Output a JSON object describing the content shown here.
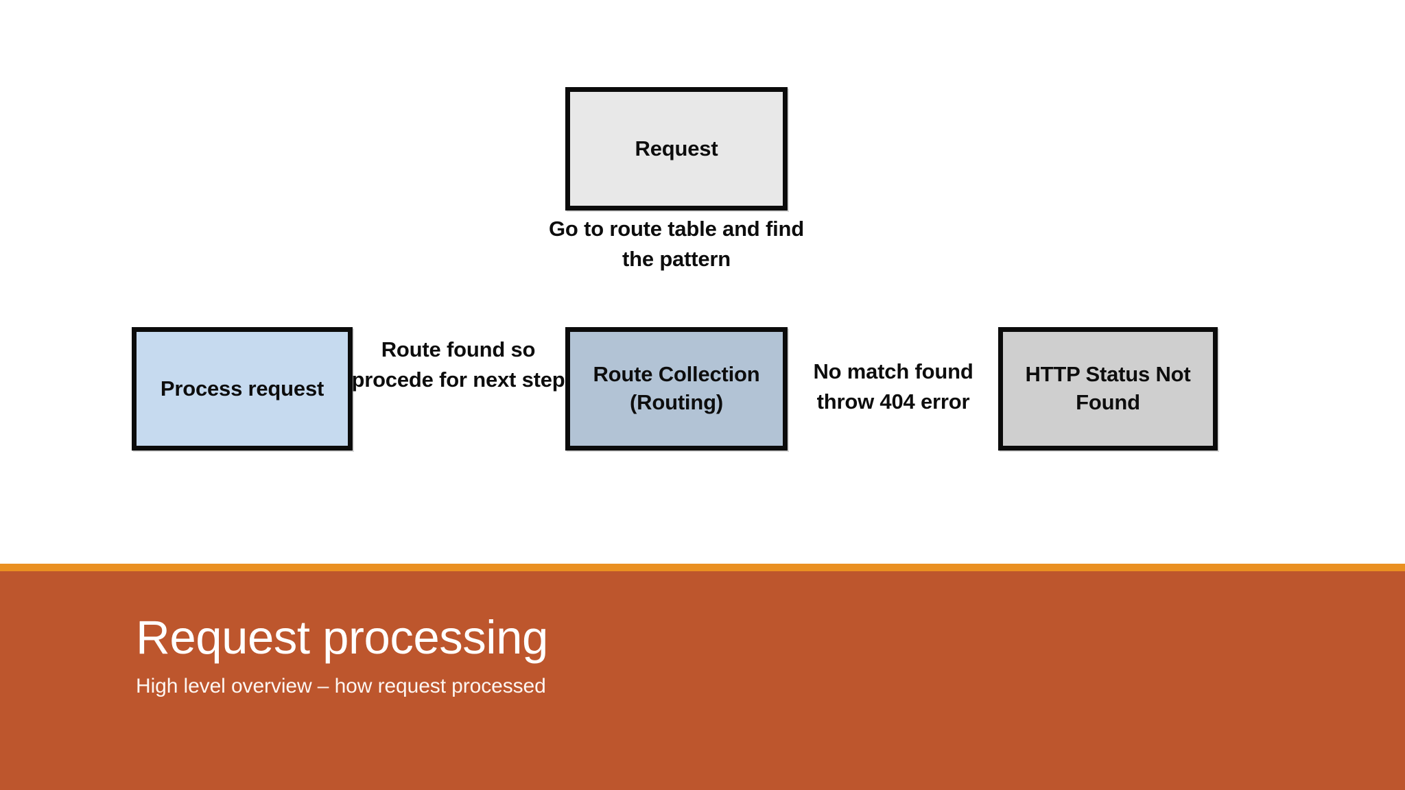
{
  "slide": {
    "background_color": "#ffffff",
    "title": "Request processing",
    "subtitle": "High level overview – how request processed",
    "banner": {
      "stripe_color": "#ea9021",
      "body_color": "#bd562d",
      "title_color": "#ffffff"
    }
  },
  "diagram": {
    "type": "flowchart",
    "nodes": [
      {
        "id": "request",
        "label": "Request",
        "fill_color": "#e8e8e8",
        "border_color": "#0b0b0b"
      },
      {
        "id": "process-request",
        "label": "Process request",
        "fill_color": "#c6daef",
        "border_color": "#0b0b0b"
      },
      {
        "id": "route-collection",
        "label": "Route Collection (Routing)",
        "line1": "Route Collection",
        "line2": "(Routing)",
        "fill_color": "#b2c3d5",
        "border_color": "#0b0b0b"
      },
      {
        "id": "http-status-not-found",
        "label": "HTTP Status Not Found",
        "line1": "HTTP Status Not",
        "line2": "Found",
        "fill_color": "#cfcfcf",
        "border_color": "#0b0b0b"
      }
    ],
    "edge_labels": [
      {
        "id": "request-to-routing",
        "text": "Go to route table and find the pattern",
        "from": "request",
        "to": "route-collection"
      },
      {
        "id": "routing-to-process",
        "text": "Route found so procede for next step",
        "from": "route-collection",
        "to": "process-request"
      },
      {
        "id": "routing-to-404",
        "text": "No match found throw 404 error",
        "from": "route-collection",
        "to": "http-status-not-found"
      }
    ]
  }
}
